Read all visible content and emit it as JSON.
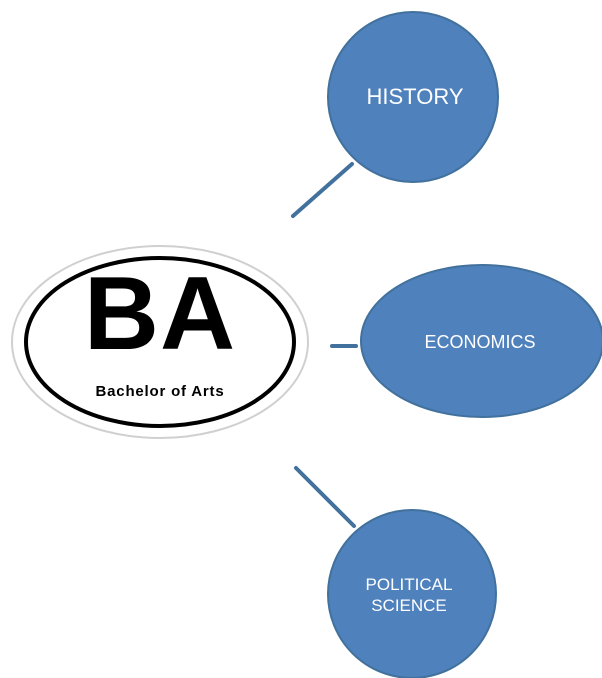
{
  "logo": {
    "big_text": "BA",
    "sub_text": "Bachelor of Arts"
  },
  "nodes": [
    {
      "id": "history",
      "label": "HISTORY"
    },
    {
      "id": "economics",
      "label": "ECONOMICS"
    },
    {
      "id": "political-science",
      "label_line1": "POLITICAL",
      "label_line2": "SCIENCE"
    }
  ],
  "colors": {
    "node_fill": "#4f81bd",
    "node_stroke": "#41719c",
    "connector": "#41719c",
    "logo_ring": "#000000",
    "logo_outer_border": "#d0d0d0"
  }
}
